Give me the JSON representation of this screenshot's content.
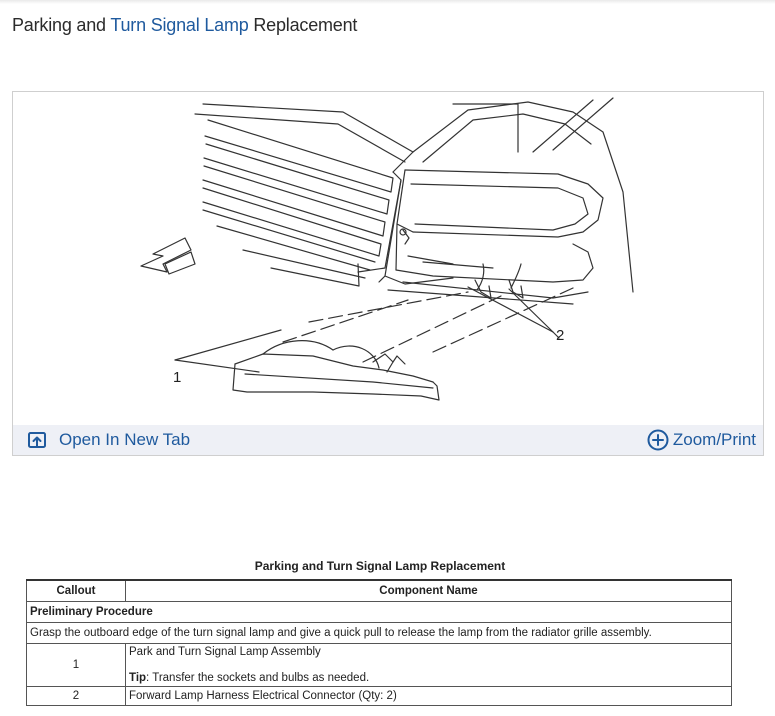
{
  "page": {
    "title_prefix": "Parking and ",
    "title_link": "Turn Signal Lamp",
    "title_suffix": " Replacement"
  },
  "figure": {
    "callouts": [
      "1",
      "2"
    ],
    "open_tab_label": "Open In New Tab",
    "zoom_label": "Zoom/Print",
    "open_tab_icon": "open-new-tab-icon",
    "zoom_icon": "zoom-plus-icon",
    "accent_color": "#1f5a9e"
  },
  "table": {
    "caption": "Parking and Turn Signal Lamp Replacement",
    "headers": [
      "Callout",
      "Component Name"
    ],
    "preliminary_heading": "Preliminary Procedure",
    "preliminary_text": "Grasp the outboard edge of the turn signal lamp and give a quick pull to release the lamp from the radiator grille assembly.",
    "rows": [
      {
        "callout": "1",
        "name": "Park and Turn Signal Lamp Assembly",
        "tip_label": "Tip",
        "tip_text": ": Transfer the sockets and bulbs as needed."
      },
      {
        "callout": "2",
        "name": "Forward Lamp Harness Electrical Connector (Qty: 2)"
      }
    ]
  }
}
